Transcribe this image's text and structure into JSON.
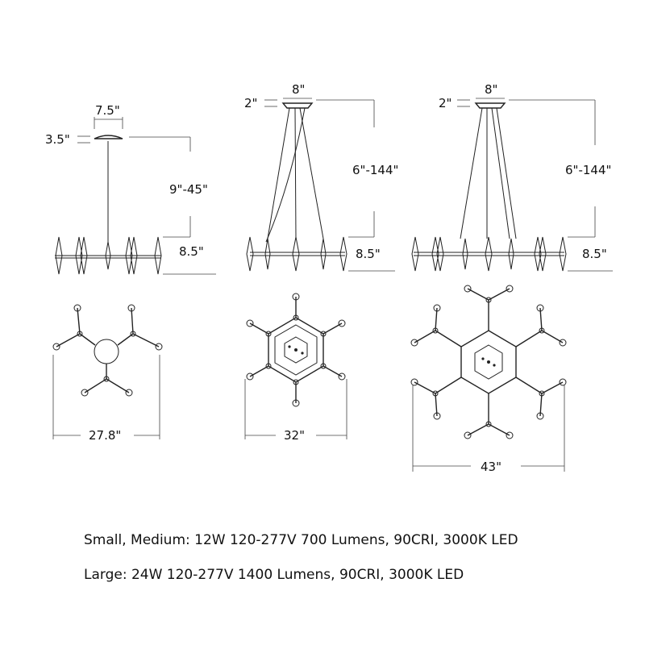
{
  "small": {
    "canopy_width": "7.5\"",
    "canopy_height": "3.5\"",
    "drop": "9\"-45\"",
    "fixture_height": "8.5\"",
    "diameter": "27.8\""
  },
  "medium": {
    "canopy_width": "8\"",
    "canopy_height": "2\"",
    "drop": "6\"-144\"",
    "fixture_height": "8.5\"",
    "diameter": "32\""
  },
  "large": {
    "canopy_width": "8\"",
    "canopy_height": "2\"",
    "drop": "6\"-144\"",
    "fixture_height": "8.5\"",
    "diameter": "43\""
  },
  "specs": {
    "small_medium": "Small, Medium: 12W 120-277V 700 Lumens, 90CRI, 3000K LED",
    "large": "Large: 24W 120-277V 1400 Lumens, 90CRI, 3000K LED"
  }
}
